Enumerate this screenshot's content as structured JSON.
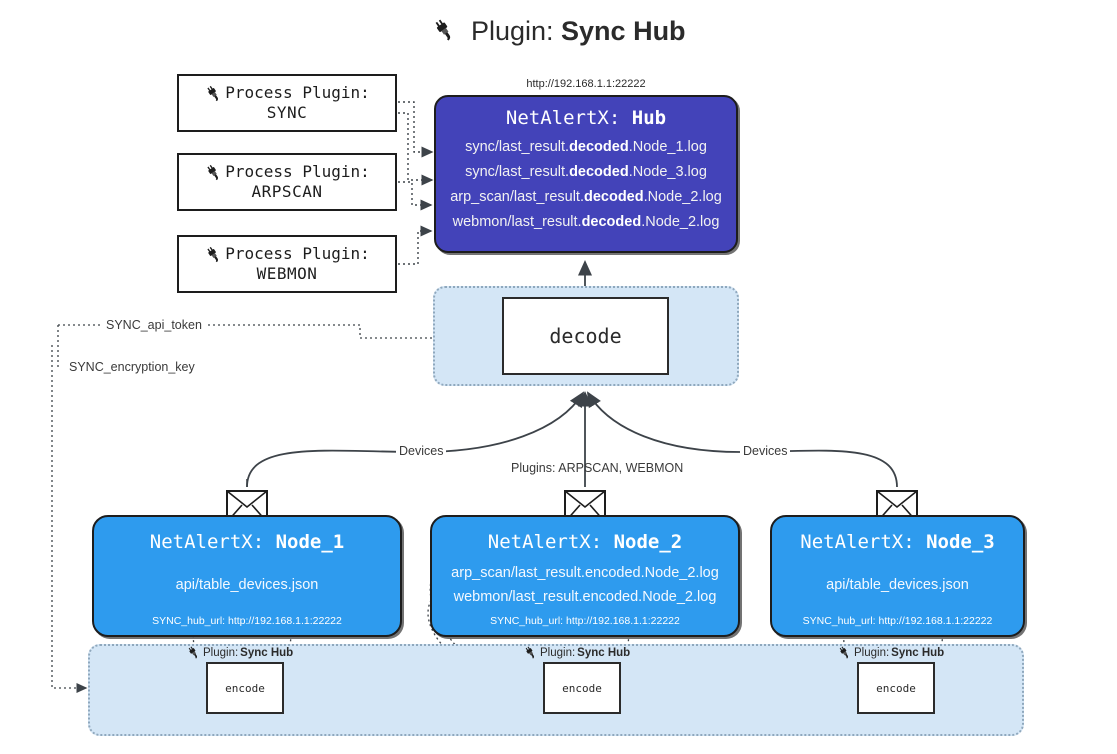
{
  "title": {
    "icon": "plug-icon",
    "prefix": "Plugin:",
    "name": "Sync Hub"
  },
  "process_plugins": [
    {
      "icon": "plug-icon",
      "label": "Process Plugin:",
      "name": "SYNC"
    },
    {
      "icon": "plug-icon",
      "label": "Process Plugin:",
      "name": "ARPSCAN"
    },
    {
      "icon": "plug-icon",
      "label": "Process Plugin:",
      "name": "WEBMON"
    }
  ],
  "hub": {
    "url": "http://192.168.1.1:22222",
    "app": "NetAlertX:",
    "name": "Hub",
    "logs": [
      {
        "pre": "sync/last_result.",
        "mid": "decoded",
        "post": ".Node_1.log"
      },
      {
        "pre": "sync/last_result.",
        "mid": "decoded",
        "post": ".Node_3.log"
      },
      {
        "pre": "arp_scan/last_result.",
        "mid": "decoded",
        "post": ".Node_2.log"
      },
      {
        "pre": "webmon/last_result.",
        "mid": "decoded",
        "post": ".Node_2.log"
      }
    ]
  },
  "decode": {
    "label": "decode"
  },
  "secrets": [
    {
      "label": "SYNC_api_token"
    },
    {
      "label": "SYNC_encryption_key"
    }
  ],
  "edges": {
    "devices_left": "Devices",
    "devices_right": "Devices",
    "plugins_center": "Plugins: ARPSCAN, WEBMON"
  },
  "nodes": [
    {
      "app": "NetAlertX:",
      "name": "Node_1",
      "lines": [
        "api/table_devices.json"
      ],
      "hub_url": "SYNC_hub_url: http://192.168.1.1:22222",
      "icon": "envelope-icon"
    },
    {
      "app": "NetAlertX:",
      "name": "Node_2",
      "lines": [
        "arp_scan/last_result.encoded.Node_2.log",
        "webmon/last_result.encoded.Node_2.log"
      ],
      "hub_url": "SYNC_hub_url: http://192.168.1.1:22222",
      "icon": "envelope-icon"
    },
    {
      "app": "NetAlertX:",
      "name": "Node_3",
      "lines": [
        "api/table_devices.json"
      ],
      "hub_url": "SYNC_hub_url: http://192.168.1.1:22222",
      "icon": "envelope-icon"
    }
  ],
  "encoders": [
    {
      "caption_prefix": "Plugin:",
      "caption_name": "Sync Hub",
      "label": "encode",
      "icon": "plug-icon"
    },
    {
      "caption_prefix": "Plugin:",
      "caption_name": "Sync Hub",
      "label": "encode",
      "icon": "plug-icon"
    },
    {
      "caption_prefix": "Plugin:",
      "caption_name": "Sync Hub",
      "label": "encode",
      "icon": "plug-icon"
    }
  ],
  "colors": {
    "hub_fill": "#4343b9",
    "node_fill": "#2e9bee",
    "region_fill": "#d4e6f6",
    "stroke": "#1d1d1d",
    "edge": "#3d4349"
  }
}
